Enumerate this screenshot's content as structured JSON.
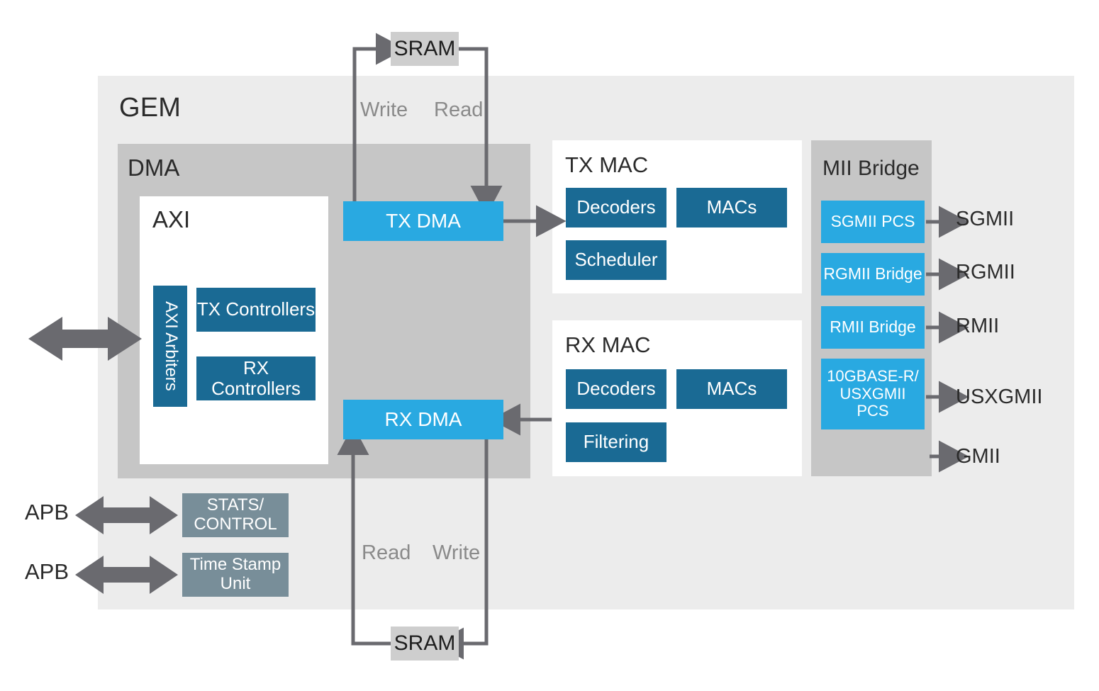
{
  "diagram": {
    "title": "GEM",
    "containers": {
      "gem": "GEM",
      "dma": "DMA",
      "axi": "AXI",
      "tx_mac": "TX MAC",
      "rx_mac": "RX MAC",
      "mii_bridge": "MII Bridge"
    },
    "axi_blocks": {
      "arbiters": "AXI Arbiters",
      "tx_controllers": "TX Controllers",
      "rx_controllers": "RX Controllers"
    },
    "dma_engines": {
      "tx": "TX DMA",
      "rx": "RX DMA"
    },
    "tx_mac_blocks": {
      "decoders": "Decoders",
      "macs": "MACs",
      "scheduler": "Scheduler"
    },
    "rx_mac_blocks": {
      "decoders": "Decoders",
      "macs": "MACs",
      "filtering": "Filtering"
    },
    "mii_blocks": [
      {
        "label": "SGMII PCS",
        "port": "SGMII"
      },
      {
        "label": "RGMII Bridge",
        "port": "RGMII"
      },
      {
        "label": "RMII Bridge",
        "port": "RMII"
      },
      {
        "label": "10GBASE-R/\nUSXGMII\nPCS",
        "port": "USXGMII"
      }
    ],
    "mii_extra_port": "GMII",
    "memory": {
      "sram_top": "SRAM",
      "sram_bottom": "SRAM"
    },
    "flow_labels": {
      "top_write": "Write",
      "top_read": "Read",
      "bottom_read": "Read",
      "bottom_write": "Write"
    },
    "peripherals": {
      "stats_control": "STATS/\nCONTROL",
      "time_stamp_unit": "Time Stamp\nUnit",
      "apb_top": "APB",
      "apb_bottom": "APB"
    },
    "colors": {
      "light_blue": "#29a9e1",
      "dark_blue": "#1a6a94",
      "slate": "#788e99",
      "gem_bg": "#ececec",
      "dma_bg": "#c6c6c6",
      "sram_bg": "#cecece",
      "arrow_gray": "#6a6a6f",
      "label_gray": "#8a8a8a"
    }
  }
}
